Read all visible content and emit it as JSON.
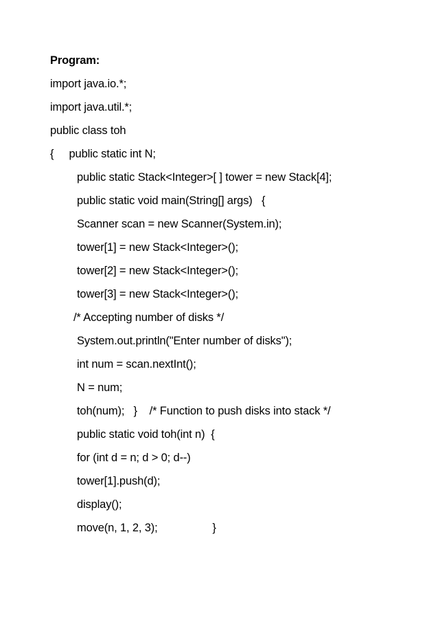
{
  "document": {
    "heading": "Program:",
    "language": "java",
    "background_color": "#ffffff",
    "text_color": "#000000",
    "lines": [
      {
        "text": "import java.io.*;",
        "indent": "ind-0"
      },
      {
        "text": "import java.util.*;",
        "indent": "ind-0"
      },
      {
        "text": "public class toh",
        "indent": "ind-0"
      },
      {
        "text": "{     public static int N;",
        "indent": "ind-0"
      },
      {
        "text": "public static Stack<Integer>[ ] tower = new Stack[4];",
        "indent": "ind-1"
      },
      {
        "text": "public static void main(String[] args)   {",
        "indent": "ind-1"
      },
      {
        "text": "Scanner scan = new Scanner(System.in);",
        "indent": "ind-1"
      },
      {
        "text": "tower[1] = new Stack<Integer>();",
        "indent": "ind-1"
      },
      {
        "text": "tower[2] = new Stack<Integer>();",
        "indent": "ind-1"
      },
      {
        "text": "tower[3] = new Stack<Integer>();",
        "indent": "ind-1"
      },
      {
        "text": "/* Accepting number of disks */",
        "indent": "ind-cmt"
      },
      {
        "text": "System.out.println(\"Enter number of disks\");",
        "indent": "ind-1"
      },
      {
        "text": "int num = scan.nextInt();",
        "indent": "ind-1"
      },
      {
        "text": "N = num;",
        "indent": "ind-1"
      },
      {
        "text": "toh(num);   }    /* Function to push disks into stack */",
        "indent": "ind-1"
      },
      {
        "text": "public static void toh(int n)  {",
        "indent": "ind-1"
      },
      {
        "text": "for (int d = n; d > 0; d--)",
        "indent": "ind-1"
      },
      {
        "text": "tower[1].push(d);",
        "indent": "ind-1"
      },
      {
        "text": "display();",
        "indent": "ind-1"
      },
      {
        "text": "move(n, 1, 2, 3);                  }",
        "indent": "ind-1"
      }
    ]
  }
}
